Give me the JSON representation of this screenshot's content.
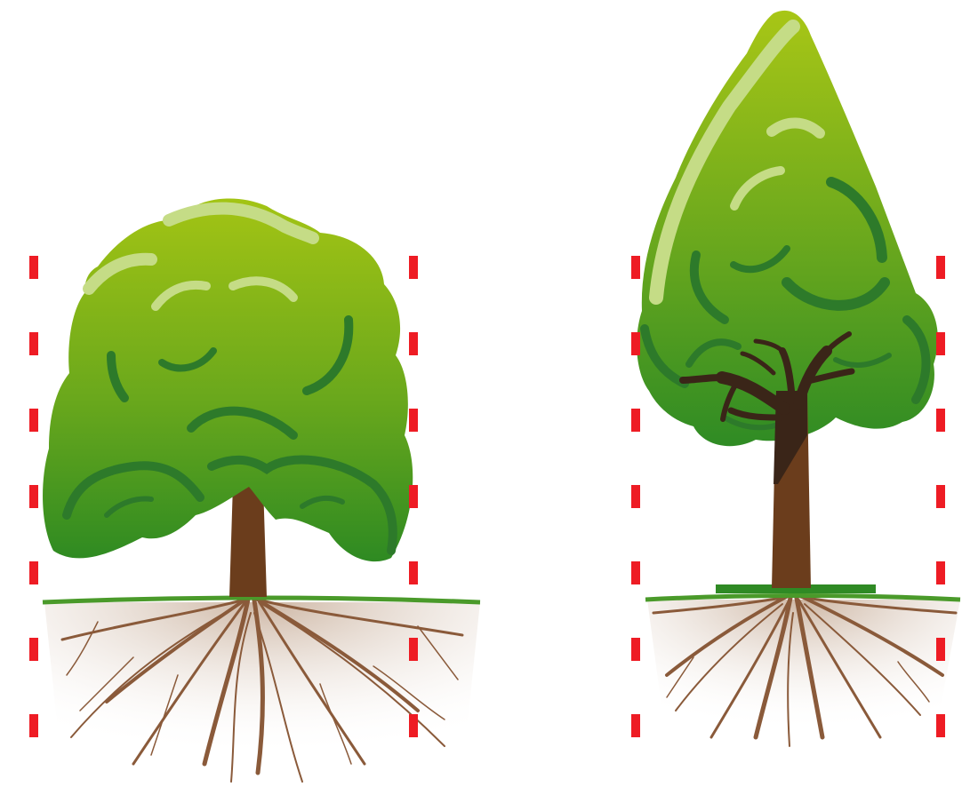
{
  "scene": {
    "background": "#ffffff",
    "colors": {
      "foliage_top": "#9bbf14",
      "foliage_bottom": "#2e8a22",
      "foliage_highlight": "#c5dc86",
      "foliage_stroke": "#2d7a2a",
      "trunk": "#6b3d1c",
      "trunk_dark": "#3a2518",
      "roots": "#8a5a3a",
      "soil": "#c8a88a",
      "grass": "#4a9a2a",
      "marker": "#ee1c24"
    },
    "trees": [
      {
        "name": "broad-crown-tree",
        "crown_shape": "round"
      },
      {
        "name": "narrow-crown-tree",
        "crown_shape": "conical"
      }
    ]
  }
}
